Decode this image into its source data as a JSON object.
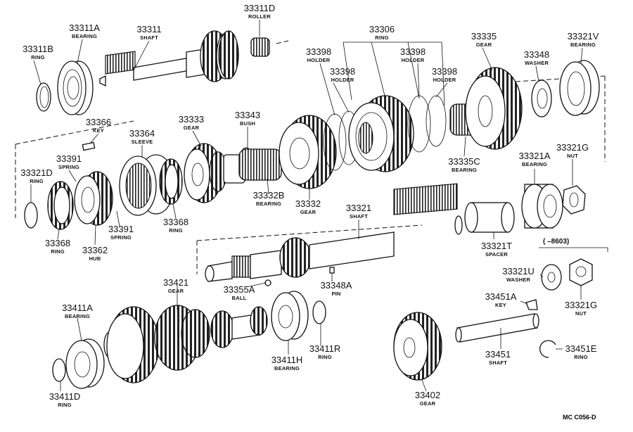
{
  "callouts": [
    {
      "id": "c_33311D",
      "number": "33311D",
      "name": "ROLLER"
    },
    {
      "id": "c_33311A",
      "number": "33311A",
      "name": "BEARING"
    },
    {
      "id": "c_33311",
      "number": "33311",
      "name": "SHAFT"
    },
    {
      "id": "c_33311B",
      "number": "33311B",
      "name": "RING"
    },
    {
      "id": "c_33306",
      "number": "33306",
      "name": "RING"
    },
    {
      "id": "c_33335",
      "number": "33335",
      "name": "GEAR"
    },
    {
      "id": "c_33321V",
      "number": "33321V",
      "name": "BEARING"
    },
    {
      "id": "c_33398a",
      "number": "33398",
      "name": "HOLDER"
    },
    {
      "id": "c_33398b",
      "number": "33398",
      "name": "HOLDER"
    },
    {
      "id": "c_33398c",
      "number": "33398",
      "name": "HOLDER"
    },
    {
      "id": "c_33398d",
      "number": "33398",
      "name": "HOLDER"
    },
    {
      "id": "c_33348",
      "number": "33348",
      "name": "WASHER"
    },
    {
      "id": "c_33366",
      "number": "33366",
      "name": "KEY"
    },
    {
      "id": "c_33333",
      "number": "33333",
      "name": "GEAR"
    },
    {
      "id": "c_33343",
      "number": "33343",
      "name": "BUSH"
    },
    {
      "id": "c_33364",
      "number": "33364",
      "name": "SLEEVE"
    },
    {
      "id": "c_33321A",
      "number": "33321A",
      "name": "BEARING"
    },
    {
      "id": "c_33321G_top",
      "number": "33321G",
      "name": "NUT"
    },
    {
      "id": "c_33335C",
      "number": "33335C",
      "name": "BEARING"
    },
    {
      "id": "c_33391_top",
      "number": "33391",
      "name": "SPRING"
    },
    {
      "id": "c_33321D",
      "number": "33321D",
      "name": "RING"
    },
    {
      "id": "c_33332B",
      "number": "33332B",
      "name": "BEARING"
    },
    {
      "id": "c_33332",
      "number": "33332",
      "name": "GEAR"
    },
    {
      "id": "c_33321",
      "number": "33321",
      "name": "SHAFT"
    },
    {
      "id": "c_33368_right",
      "number": "33368",
      "name": "RING"
    },
    {
      "id": "c_33391_bot",
      "number": "33391",
      "name": "SPRING"
    },
    {
      "id": "c_33368_left",
      "number": "33368",
      "name": "RING"
    },
    {
      "id": "c_33362",
      "number": "33362",
      "name": "HUB"
    },
    {
      "id": "c_33321T",
      "number": "33321T",
      "name": "SPACER"
    },
    {
      "id": "c_33321U",
      "number": "33321U",
      "name": "WASHER"
    },
    {
      "id": "c_33421",
      "number": "33421",
      "name": "GEAR"
    },
    {
      "id": "c_33355A",
      "number": "33355A",
      "name": "BALL"
    },
    {
      "id": "c_33348A",
      "number": "33348A",
      "name": "PIN"
    },
    {
      "id": "c_33451A",
      "number": "33451A",
      "name": "KEY"
    },
    {
      "id": "c_33321G_bot",
      "number": "33321G",
      "name": "NUT"
    },
    {
      "id": "c_33411A",
      "number": "33411A",
      "name": "BEARING"
    },
    {
      "id": "c_33411R",
      "number": "33411R",
      "name": "RING"
    },
    {
      "id": "c_33411H",
      "number": "33411H",
      "name": "BEARING"
    },
    {
      "id": "c_33451",
      "number": "33451",
      "name": "SHAFT"
    },
    {
      "id": "c_33451E",
      "number": "33451E",
      "name": "RING"
    },
    {
      "id": "c_33411D",
      "number": "33411D",
      "name": "RING"
    },
    {
      "id": "c_33402",
      "number": "33402",
      "name": "GEAR"
    }
  ],
  "date_range_label": "(     –8603)",
  "drawing_code": "MC  C056-D"
}
